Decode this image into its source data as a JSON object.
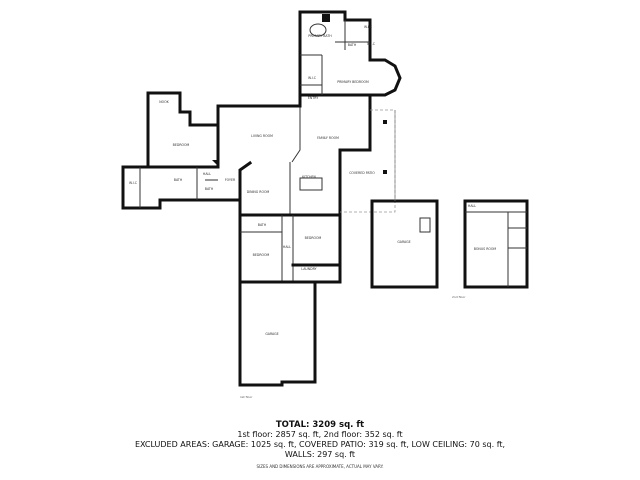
{
  "rooms": {
    "nook": "NOOK",
    "bedroom_left": "BEDROOM",
    "wic_left": "W.I.C",
    "bath_left": "BATH",
    "hall_left": "HALL",
    "bath_small": "BATH",
    "foyer": "FOYER",
    "living_room": "LIVING ROOM",
    "dining_room": "DINING ROOM",
    "kitchen": "KITCHEN",
    "family_room": "FAMILY ROOM",
    "covered_patio": "COVERED PATIO",
    "primary_bath": "PRIMARY BATH",
    "wic_primary": "W.I.C",
    "primary_bedroom": "PRIMARY BEDROOM",
    "entry": "ENTRY",
    "wic_top": "W.I.C",
    "bath_top": "BATH",
    "wic_top2": "W.I.C",
    "bath_mid": "BATH",
    "bedroom_mid": "BEDROOM",
    "bedroom_right": "BEDROOM",
    "hall_mid": "HALL",
    "laundry": "LAUNDRY",
    "garage_main": "GARAGE",
    "garage_detached": "GARAGE",
    "hall_upper": "HALL",
    "bonus_room": "BONUS ROOM"
  },
  "floors": {
    "first": "1st floor",
    "second": "2nd floor"
  },
  "summary": {
    "total": "TOTAL: 3209 sq. ft",
    "floors": "1st floor: 2857 sq. ft, 2nd floor: 352 sq. ft",
    "excluded": "EXCLUDED AREAS: GARAGE: 1025 sq. ft, COVERED PATIO: 319 sq. ft, LOW CEILING: 70 sq. ft,",
    "walls": "WALLS: 297 sq. ft",
    "note": "SIZES AND DIMENSIONS ARE APPROXIMATE, ACTUAL MAY VARY."
  }
}
